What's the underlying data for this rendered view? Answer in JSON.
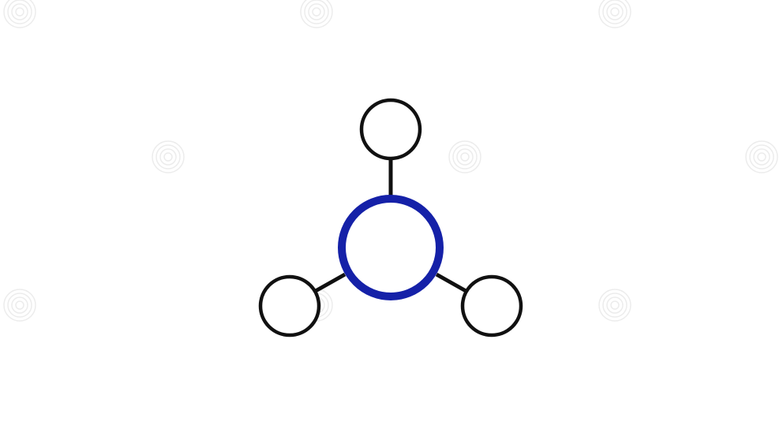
{
  "diagram": {
    "type": "molecule-ball-and-stick",
    "central_atom": {
      "stroke_color": "#1521a8",
      "fill_color": "#ffffff"
    },
    "peripheral_atoms": [
      {
        "stroke_color": "#111111",
        "fill_color": "#ffffff",
        "position": "top"
      },
      {
        "stroke_color": "#111111",
        "fill_color": "#ffffff",
        "position": "bottom-left"
      },
      {
        "stroke_color": "#111111",
        "fill_color": "#ffffff",
        "position": "bottom-right"
      }
    ],
    "bond_color": "#111111",
    "background_color": "#ffffff"
  },
  "watermark": {
    "icon": "spiral-logo-icon",
    "color": "#ececec"
  }
}
